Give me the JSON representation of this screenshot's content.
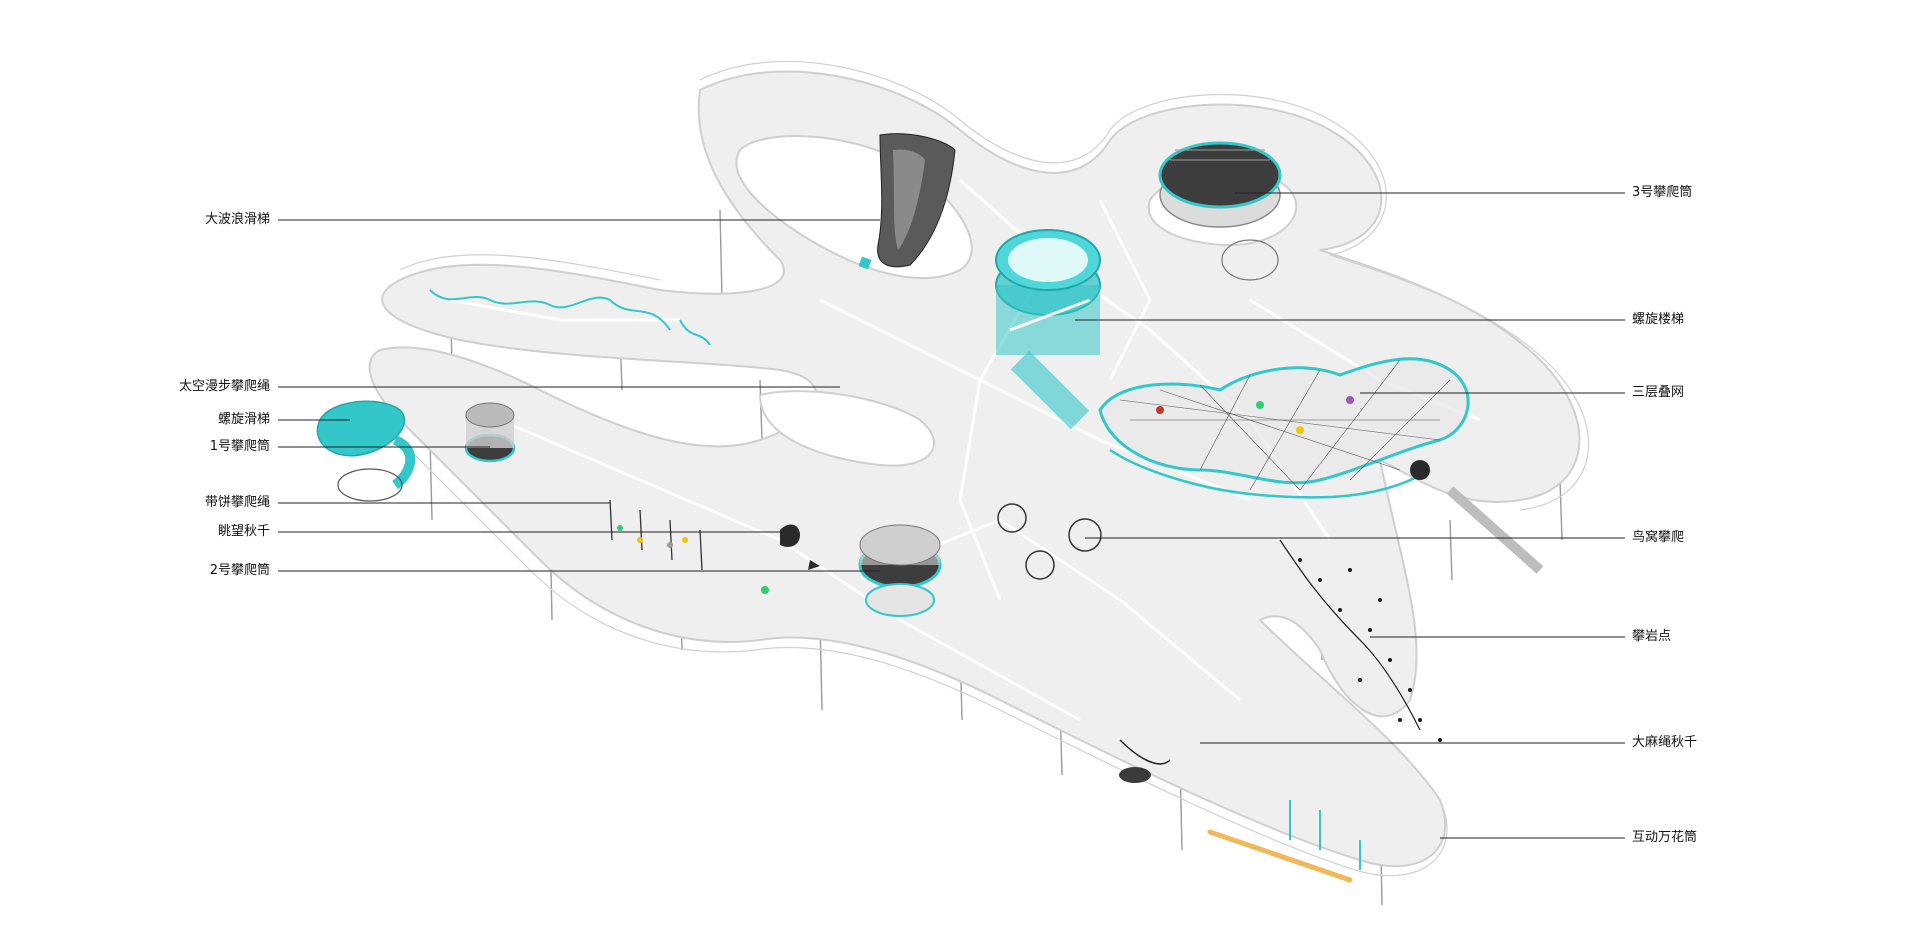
{
  "labels_left": [
    {
      "key": "big_wave_slide",
      "text": "大波浪滑梯"
    },
    {
      "key": "space_walk_rope",
      "text": "太空漫步攀爬绳"
    },
    {
      "key": "spiral_slide",
      "text": "螺旋滑梯"
    },
    {
      "key": "climb_tube_1",
      "text": "1号攀爬筒"
    },
    {
      "key": "disc_rope",
      "text": "带饼攀爬绳"
    },
    {
      "key": "lookout_swing",
      "text": "眺望秋千"
    },
    {
      "key": "climb_tube_2",
      "text": "2号攀爬筒"
    }
  ],
  "labels_right": [
    {
      "key": "climb_tube_3",
      "text": "3号攀爬筒"
    },
    {
      "key": "spiral_stair",
      "text": "螺旋楼梯"
    },
    {
      "key": "triple_net",
      "text": "三层叠网"
    },
    {
      "key": "nest_climb",
      "text": "鸟窝攀爬"
    },
    {
      "key": "rock_holds",
      "text": "攀岩点"
    },
    {
      "key": "rope_swing",
      "text": "大麻绳秋千"
    },
    {
      "key": "kaleidoscope",
      "text": "互动万花筒"
    }
  ],
  "colors": {
    "teal": "#34c7c9",
    "deck": "#efefef",
    "rail": "#d0d0d0",
    "dark": "#3a3a3a",
    "orange": "#f0b85a"
  }
}
